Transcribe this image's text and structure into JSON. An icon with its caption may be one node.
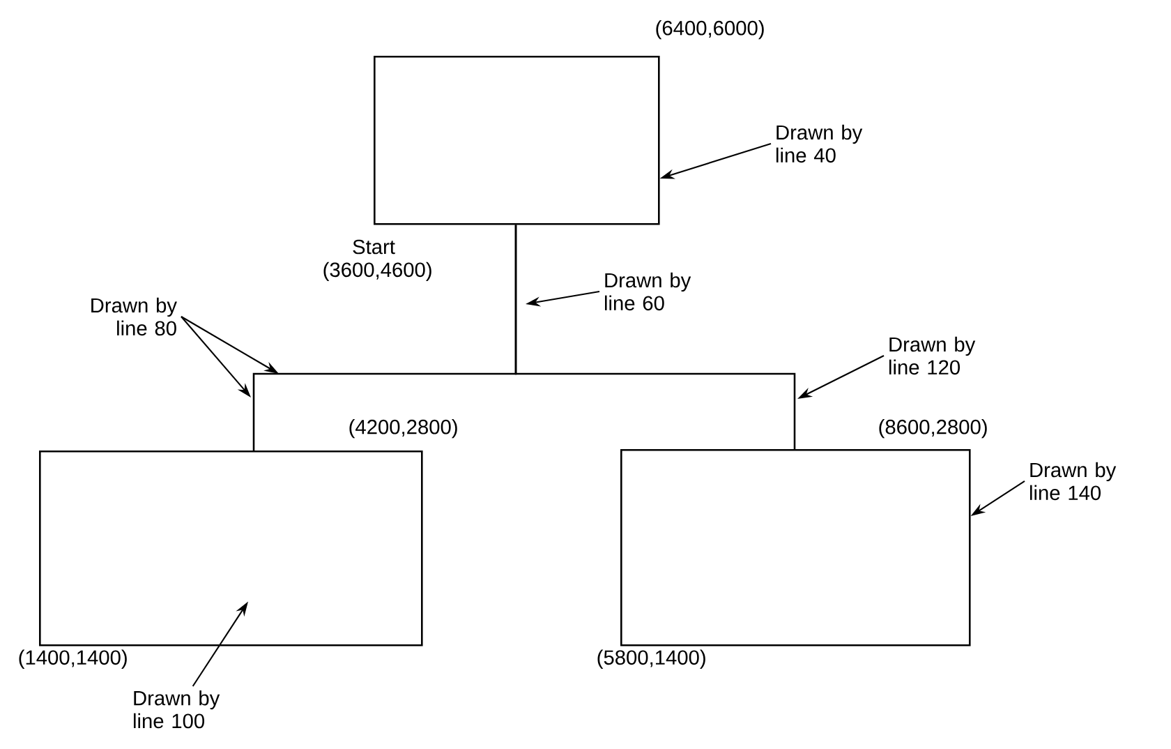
{
  "diagram": {
    "nodes": [
      {
        "text": [],
        "shape": "box",
        "beside": [
          "(6400,6000)",
          "Start (3600,4600)"
        ]
      },
      {
        "text": [],
        "shape": "box",
        "beside": [
          "(4200,2800)",
          "(1400,1400)"
        ]
      },
      {
        "text": [],
        "shape": "box",
        "beside": [
          "(8600,2800)",
          "(5800,1400)"
        ]
      },
      {
        "text": [
          "Drawn by line 40"
        ]
      },
      {
        "text": [
          "Drawn by line 60"
        ]
      },
      {
        "text": [
          "Drawn by line 80"
        ]
      },
      {
        "text": [
          "Drawn by line 120"
        ]
      },
      {
        "text": [
          "Drawn by line 140"
        ]
      },
      {
        "text": [
          "Drawn by line 100"
        ]
      }
    ],
    "edges": [
      {
        "from": 0,
        "to": 1,
        "arrow": "none"
      },
      {
        "from": 0,
        "to": 2,
        "arrow": "none"
      },
      {
        "from": 3,
        "to": 0,
        "arrow": "to"
      },
      {
        "from": 4,
        "to": null,
        "arrow": "to"
      },
      {
        "from": 5,
        "to": null,
        "arrow": "to"
      },
      {
        "from": 5,
        "to": null,
        "arrow": "to"
      },
      {
        "from": 6,
        "to": null,
        "arrow": "to"
      },
      {
        "from": 7,
        "to": 2,
        "arrow": "to"
      },
      {
        "from": 8,
        "to": 1,
        "arrow": "to"
      }
    ]
  }
}
